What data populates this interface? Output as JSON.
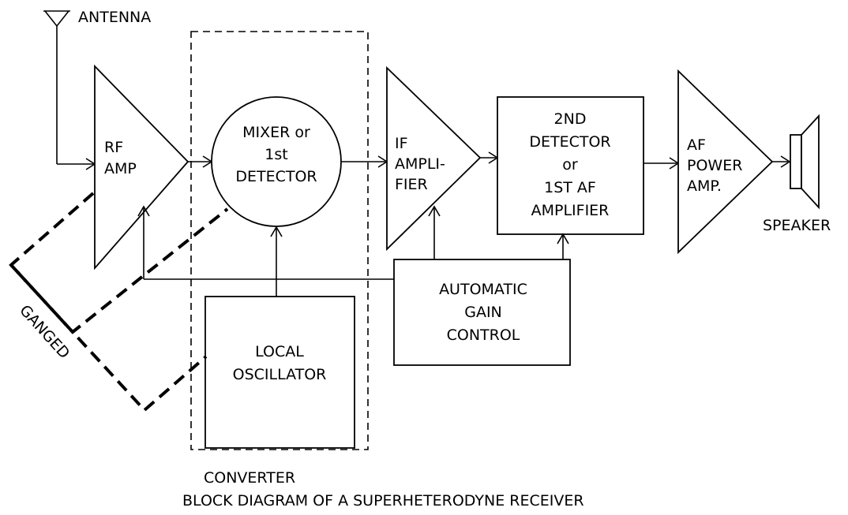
{
  "labels": {
    "antenna": "ANTENNA",
    "rf_amp": [
      "RF",
      "AMP"
    ],
    "mixer": [
      "MIXER or",
      "1st",
      "DETECTOR"
    ],
    "if_amp": [
      "IF",
      "AMPLI-",
      "FIER"
    ],
    "second_detector": [
      "2ND",
      "DETECTOR",
      "or",
      "1ST AF",
      "AMPLIFIER"
    ],
    "af_power": [
      "AF",
      "POWER",
      "AMP."
    ],
    "speaker": "SPEAKER",
    "agc": [
      "AUTOMATIC",
      "GAIN",
      "CONTROL"
    ],
    "local_oscillator": [
      "LOCAL",
      "OSCILLATOR"
    ],
    "ganged": "GANGED",
    "converter": "CONVERTER",
    "caption": "BLOCK DIAGRAM OF A SUPERHETERODYNE RECEIVER"
  }
}
